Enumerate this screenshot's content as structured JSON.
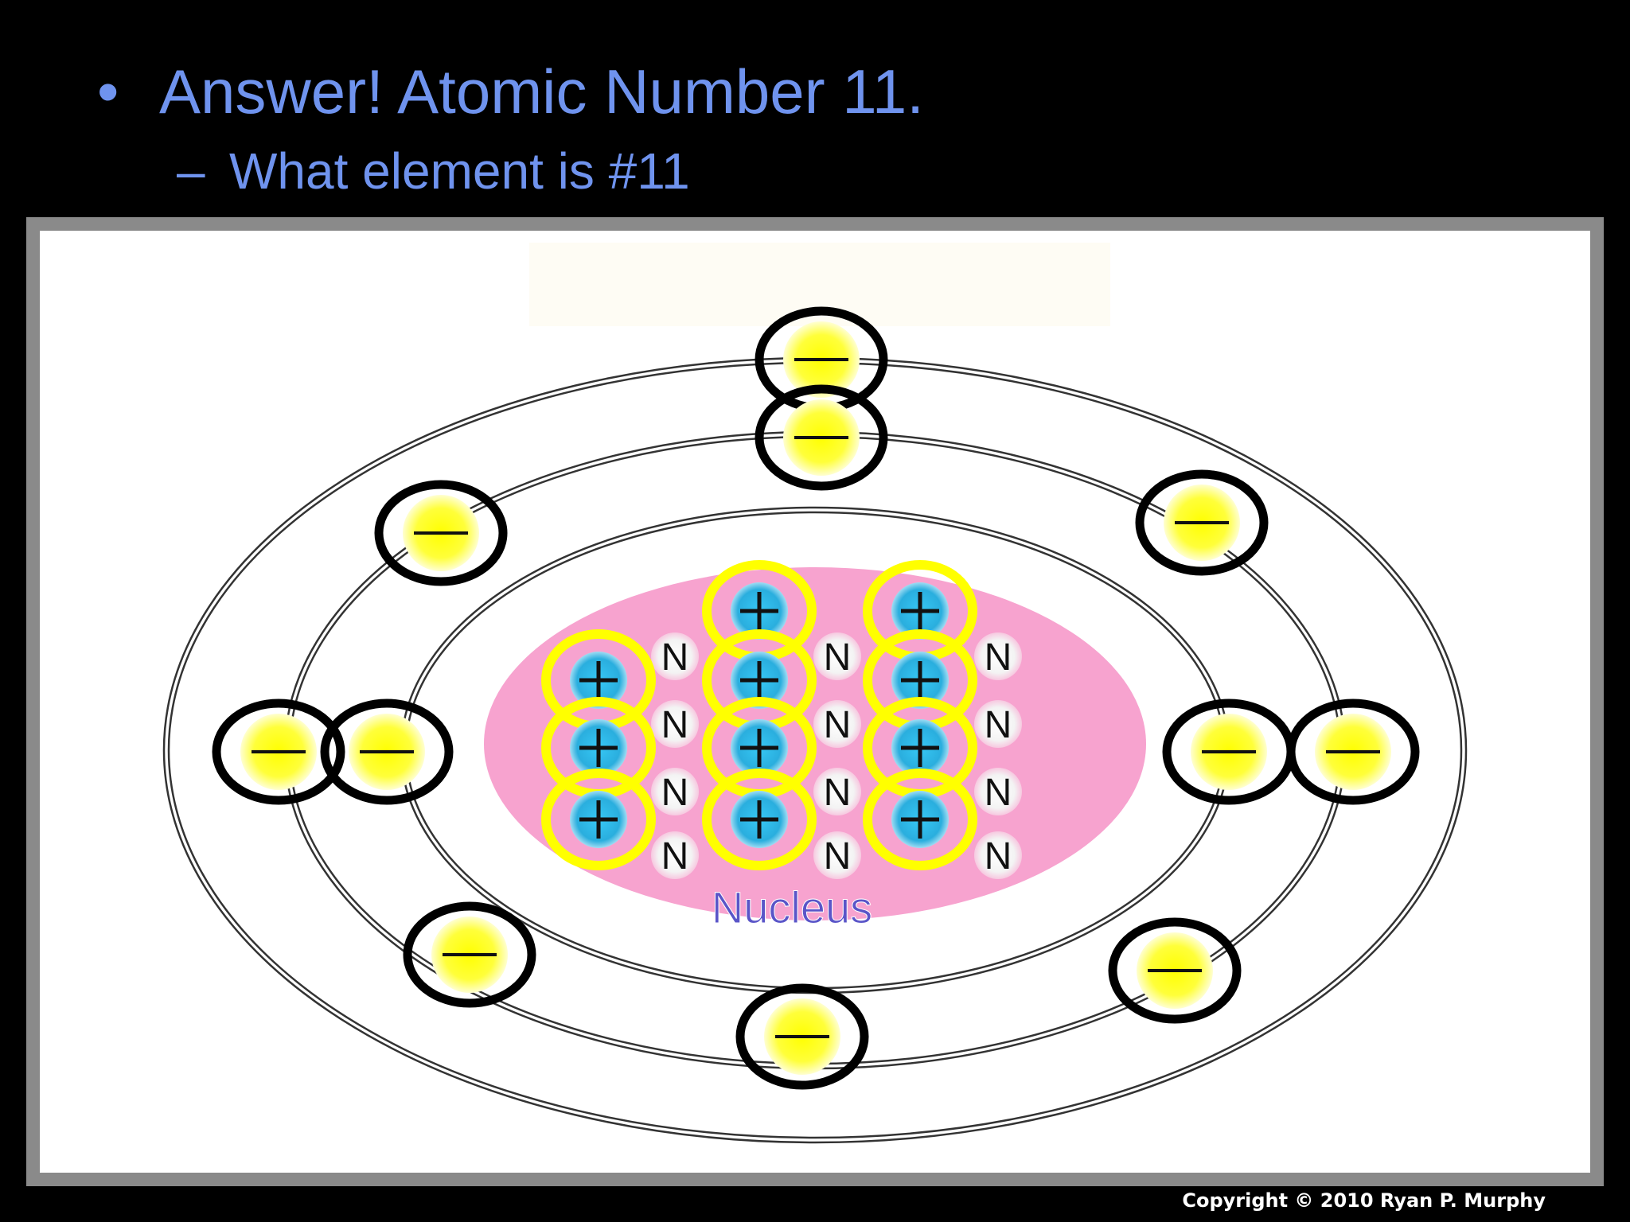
{
  "slide": {
    "bullet_symbol": "•",
    "title": "Answer! Atomic Number 11.",
    "sub_symbol": "–",
    "subtitle": "What element is #11"
  },
  "diagram": {
    "nucleus_label": "Nucleus",
    "proton_symbol": "+",
    "neutron_symbol": "N",
    "electron_symbol": "—",
    "counts": {
      "protons": 11,
      "neutrons": 12,
      "electrons": 11,
      "orbits": 3
    },
    "colors": {
      "nucleus": "#f7a3cf",
      "proton": "#2fb7e6",
      "proton_highlight": "#ffff00",
      "electron": "#ffff3a",
      "electron_outline": "#000000",
      "nucleus_label": "#5a55c8"
    }
  },
  "copyright": "Copyright © 2010 Ryan P. Murphy"
}
